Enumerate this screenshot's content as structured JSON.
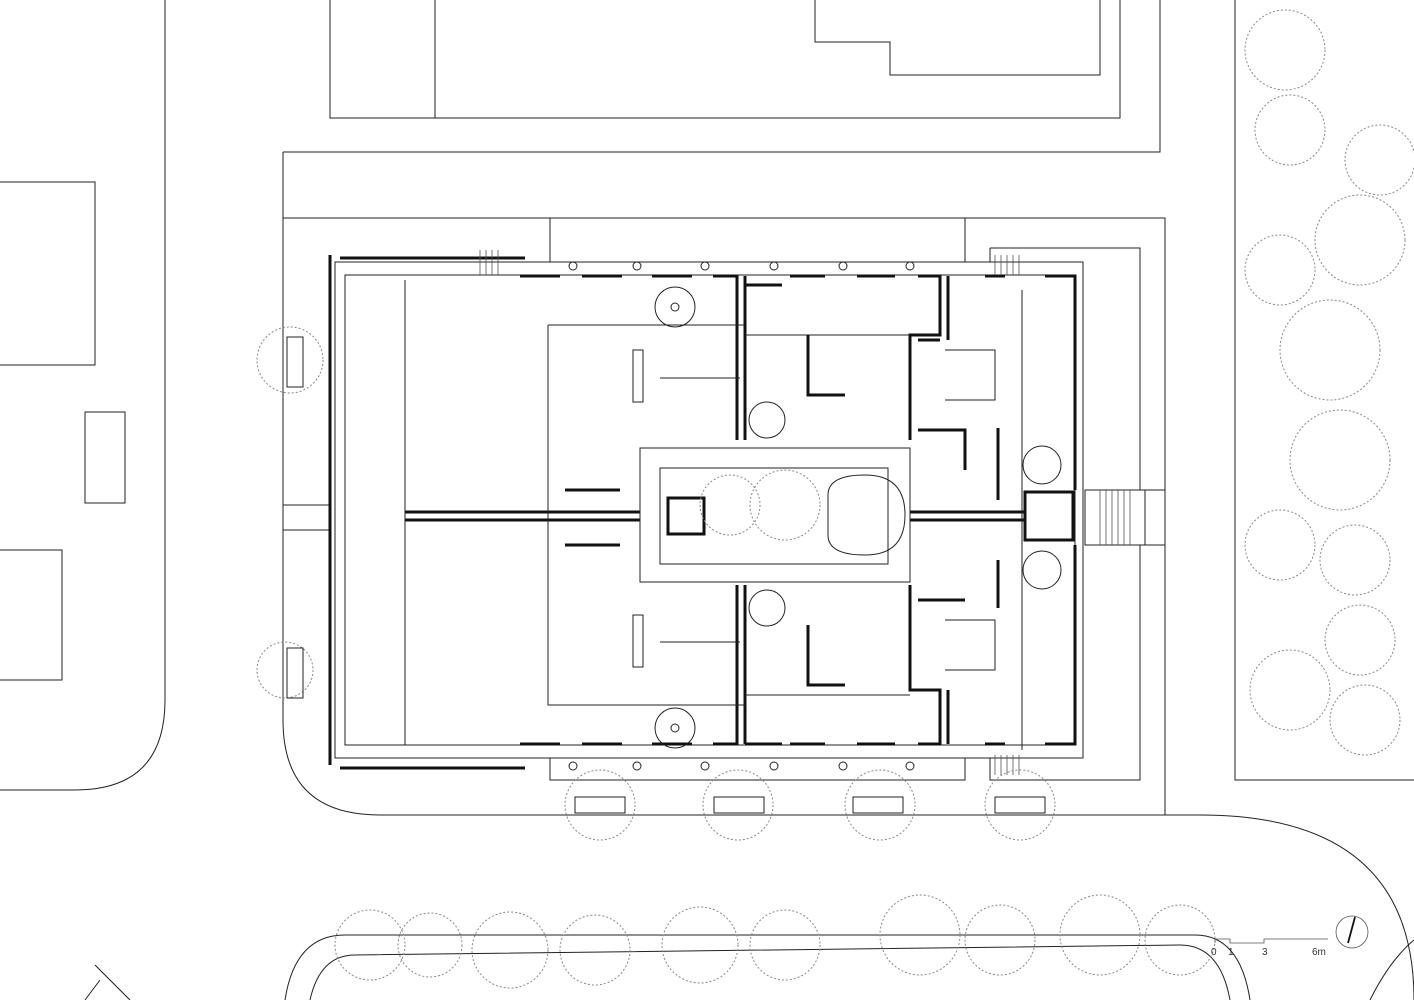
{
  "drawing": {
    "type": "site floor plan",
    "scale_bar": {
      "labels": [
        "0",
        "1",
        "3",
        "6m"
      ]
    },
    "north_arrow": "north-arrow-icon"
  }
}
